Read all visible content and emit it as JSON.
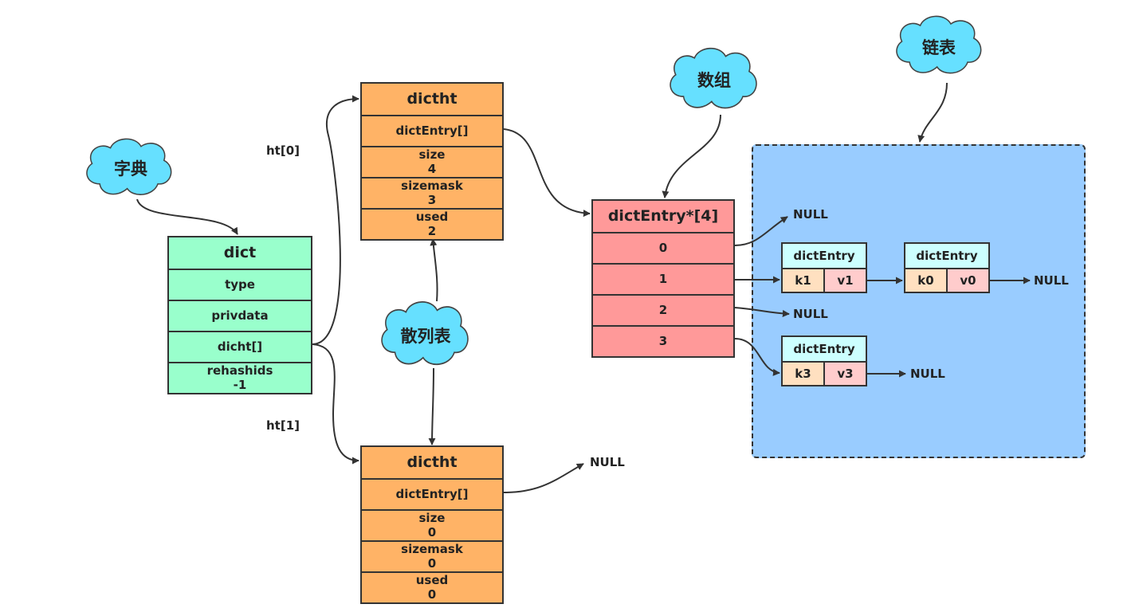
{
  "clouds": {
    "dictionary": "字典",
    "array": "数组",
    "linked_list": "链表",
    "hash_table": "散列表"
  },
  "dict": {
    "title": "dict",
    "fields": [
      "type",
      "privdata",
      "dicht[]"
    ],
    "rehash_label": "rehashids",
    "rehash_value": "-1"
  },
  "labels": {
    "ht0": "ht[0]",
    "ht1": "ht[1]"
  },
  "dictht0": {
    "title": "dictht",
    "table": "dictEntry[]",
    "size_label": "size",
    "size_value": "4",
    "sizemask_label": "sizemask",
    "sizemask_value": "3",
    "used_label": "used",
    "used_value": "2"
  },
  "dictht1": {
    "title": "dictht",
    "table": "dictEntry[]",
    "size_label": "size",
    "size_value": "0",
    "sizemask_label": "sizemask",
    "sizemask_value": "0",
    "used_label": "used",
    "used_value": "0"
  },
  "array": {
    "title": "dictEntry*[4]",
    "slots": [
      "0",
      "1",
      "2",
      "3"
    ]
  },
  "entries": [
    {
      "title": "dictEntry",
      "key": "k1",
      "value": "v1"
    },
    {
      "title": "dictEntry",
      "key": "k0",
      "value": "v0"
    },
    {
      "title": "dictEntry",
      "key": "k3",
      "value": "v3"
    }
  ],
  "null_text": "NULL",
  "colors": {
    "dict": "#99ffcc",
    "dictht": "#ffb366",
    "array": "#ff9999",
    "entry_head": "#ccffff",
    "list_panel": "#99ccff",
    "cloud": "#66e0ff"
  }
}
